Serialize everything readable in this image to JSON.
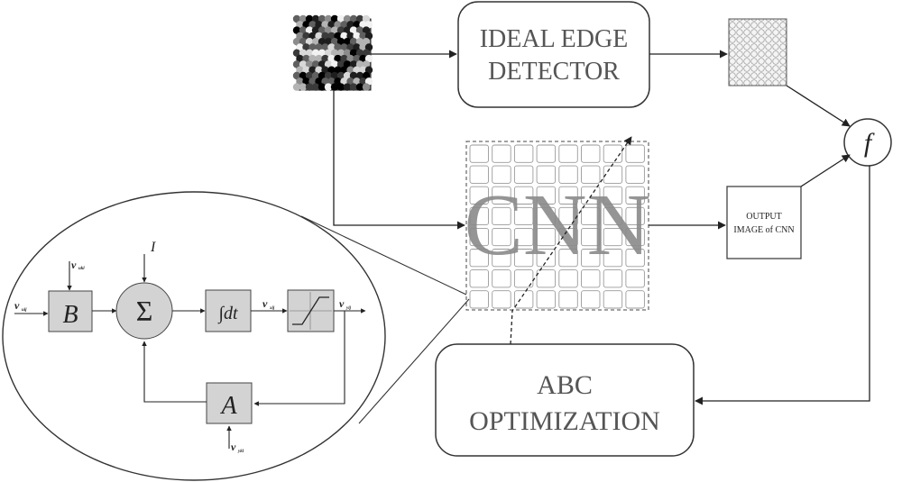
{
  "blocks": {
    "ideal_edge_detector": {
      "line1": "IDEAL EDGE",
      "line2": "DETECTOR"
    },
    "cnn": {
      "label": "CNN"
    },
    "output_image": {
      "line1": "OUTPUT",
      "line2": "IMAGE of CNN"
    },
    "fitness": {
      "label": "f"
    },
    "abc_optimization": {
      "line1": "ABC",
      "line2": "OPTIMIZATION"
    }
  },
  "cell_model": {
    "input_u": "v",
    "input_u_sub": "uij",
    "input_ukl": "v",
    "input_ukl_sub": "ukl",
    "bias": "I",
    "block_b": "B",
    "block_sum": "Σ",
    "block_integral": "∫dt",
    "state_x": "v",
    "state_x_sub": "xij",
    "output_y": "v",
    "output_y_sub": "yij",
    "block_a": "A",
    "input_ykl": "v",
    "input_ykl_sub": "ykl"
  }
}
